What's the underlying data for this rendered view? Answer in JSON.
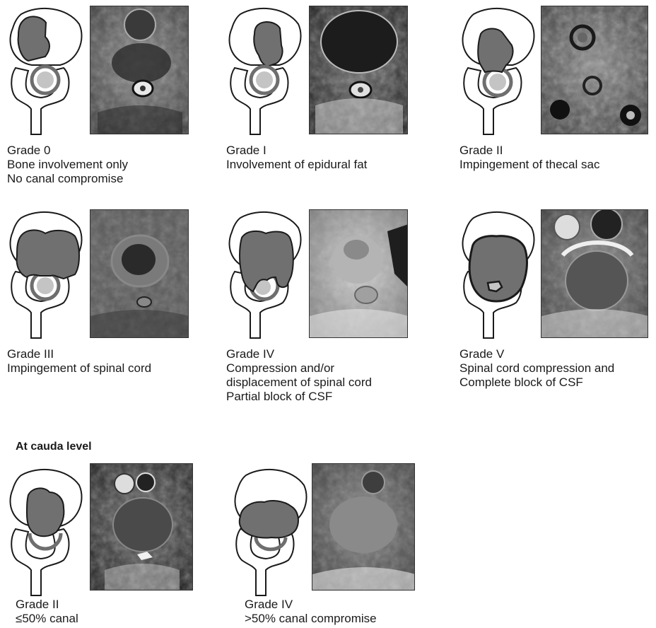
{
  "colors": {
    "tumor": "#707070",
    "outline": "#1a1a1a",
    "dura": "#6e6e6e",
    "cord": "#c4c4c4",
    "background": "#ffffff"
  },
  "panels": [
    {
      "id": "grade0",
      "caption": [
        "Grade 0",
        "Bone involvement only",
        "No canal compromise"
      ]
    },
    {
      "id": "grade1",
      "caption": [
        "Grade I",
        "Involvement of epidural fat"
      ]
    },
    {
      "id": "grade2",
      "caption": [
        "Grade II",
        "Impingement of thecal sac"
      ]
    },
    {
      "id": "grade3",
      "caption": [
        "Grade III",
        "Impingement of spinal cord"
      ]
    },
    {
      "id": "grade4",
      "caption": [
        "Grade IV",
        "Compression and/or",
        "displacement of spinal cord",
        "Partial block of CSF"
      ]
    },
    {
      "id": "grade5",
      "caption": [
        "Grade V",
        "Spinal cord compression and",
        "Complete block of CSF"
      ]
    },
    {
      "id": "cauda2",
      "caption": [
        "Grade II",
        "≤50% canal"
      ]
    },
    {
      "id": "cauda4",
      "caption": [
        "Grade IV",
        ">50% canal compromise"
      ]
    }
  ],
  "section_heading": "At cauda level"
}
